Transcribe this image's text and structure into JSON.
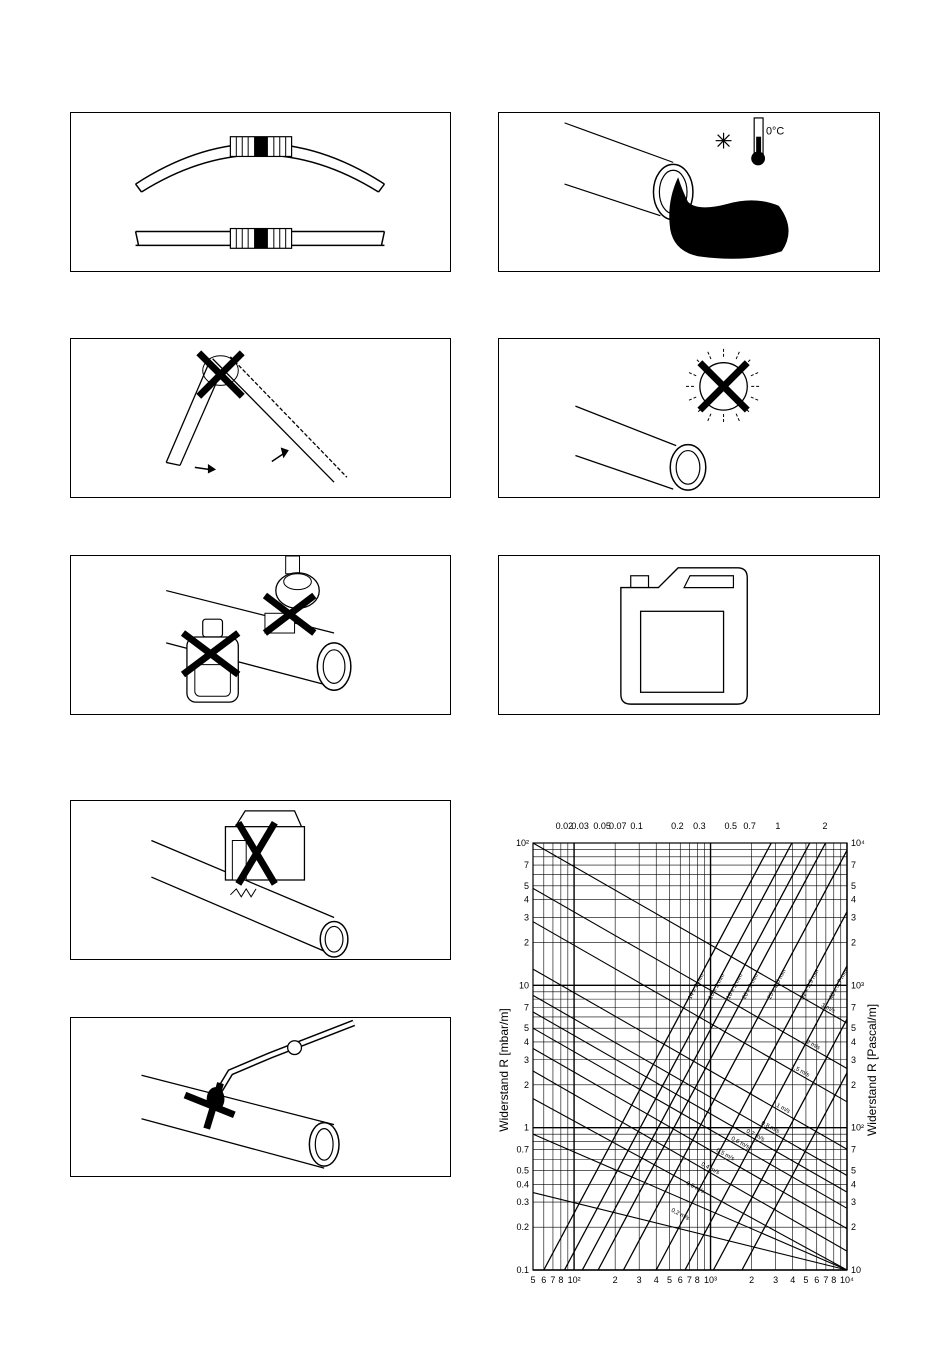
{
  "panels": {
    "cold_panel": {
      "temperature_label": "0°C"
    }
  },
  "chart_data": {
    "type": "line",
    "title": "",
    "ylabel_left": "Widerstand R [mbar/m]",
    "ylabel_right": "Widerstand R [Pascal/m]",
    "x_axis": {
      "scale": "log",
      "range": [
        50,
        10000
      ],
      "tick_labels": [
        "5",
        "6",
        "7",
        "8",
        "10²",
        "2",
        "3",
        "4",
        "5",
        "6",
        "7",
        "8",
        "10³",
        "2",
        "3",
        "4",
        "5",
        "6",
        "7",
        "8",
        "10⁴"
      ]
    },
    "top_axis": {
      "scale": "log",
      "tick_labels": [
        "0.02",
        "0.03",
        "0.05",
        "0.07",
        "0.1",
        "0.2",
        "0.3",
        "0.5",
        "0.7",
        "1",
        "2"
      ]
    },
    "y_left": {
      "scale": "log",
      "range": [
        0.1,
        100
      ],
      "tick_labels": [
        "10²",
        "7",
        "5",
        "4",
        "3",
        "2",
        "10",
        "7",
        "5",
        "4",
        "3",
        "2",
        "1",
        "0.7",
        "0.5",
        "0.4",
        "0.3",
        "0.2",
        "0.1"
      ]
    },
    "y_right": {
      "scale": "log",
      "range": [
        10,
        10000
      ],
      "tick_labels": [
        "10⁴",
        "7",
        "5",
        "4",
        "3",
        "2",
        "10³",
        "7",
        "5",
        "4",
        "3",
        "2",
        "10²",
        "7",
        "5",
        "4",
        "3",
        "2",
        "10"
      ]
    },
    "grid": true,
    "series": [
      {
        "name": "14 x 2 mm"
      },
      {
        "name": "16 x 2 mm"
      },
      {
        "name": "18 x 2 mm"
      },
      {
        "name": "20 x 2 mm"
      },
      {
        "name": "25 x 2,3 mm"
      },
      {
        "name": "32 x 2,9 mm"
      },
      {
        "name": "40 x 3,7 mm"
      },
      {
        "name": "50 x 4,6 mm"
      },
      {
        "name": "63 x 5,8 mm"
      }
    ],
    "velocity_lines": [
      "0,1 m/s",
      "0,2 m/s",
      "0,3 m/s",
      "0,4 m/s",
      "0,5 m/s",
      "0,6 m/s",
      "0,7 m/s",
      "0,8 m/s",
      "1 m/s",
      "1,5 m/s",
      "2 m/s",
      "3 m/s"
    ]
  }
}
